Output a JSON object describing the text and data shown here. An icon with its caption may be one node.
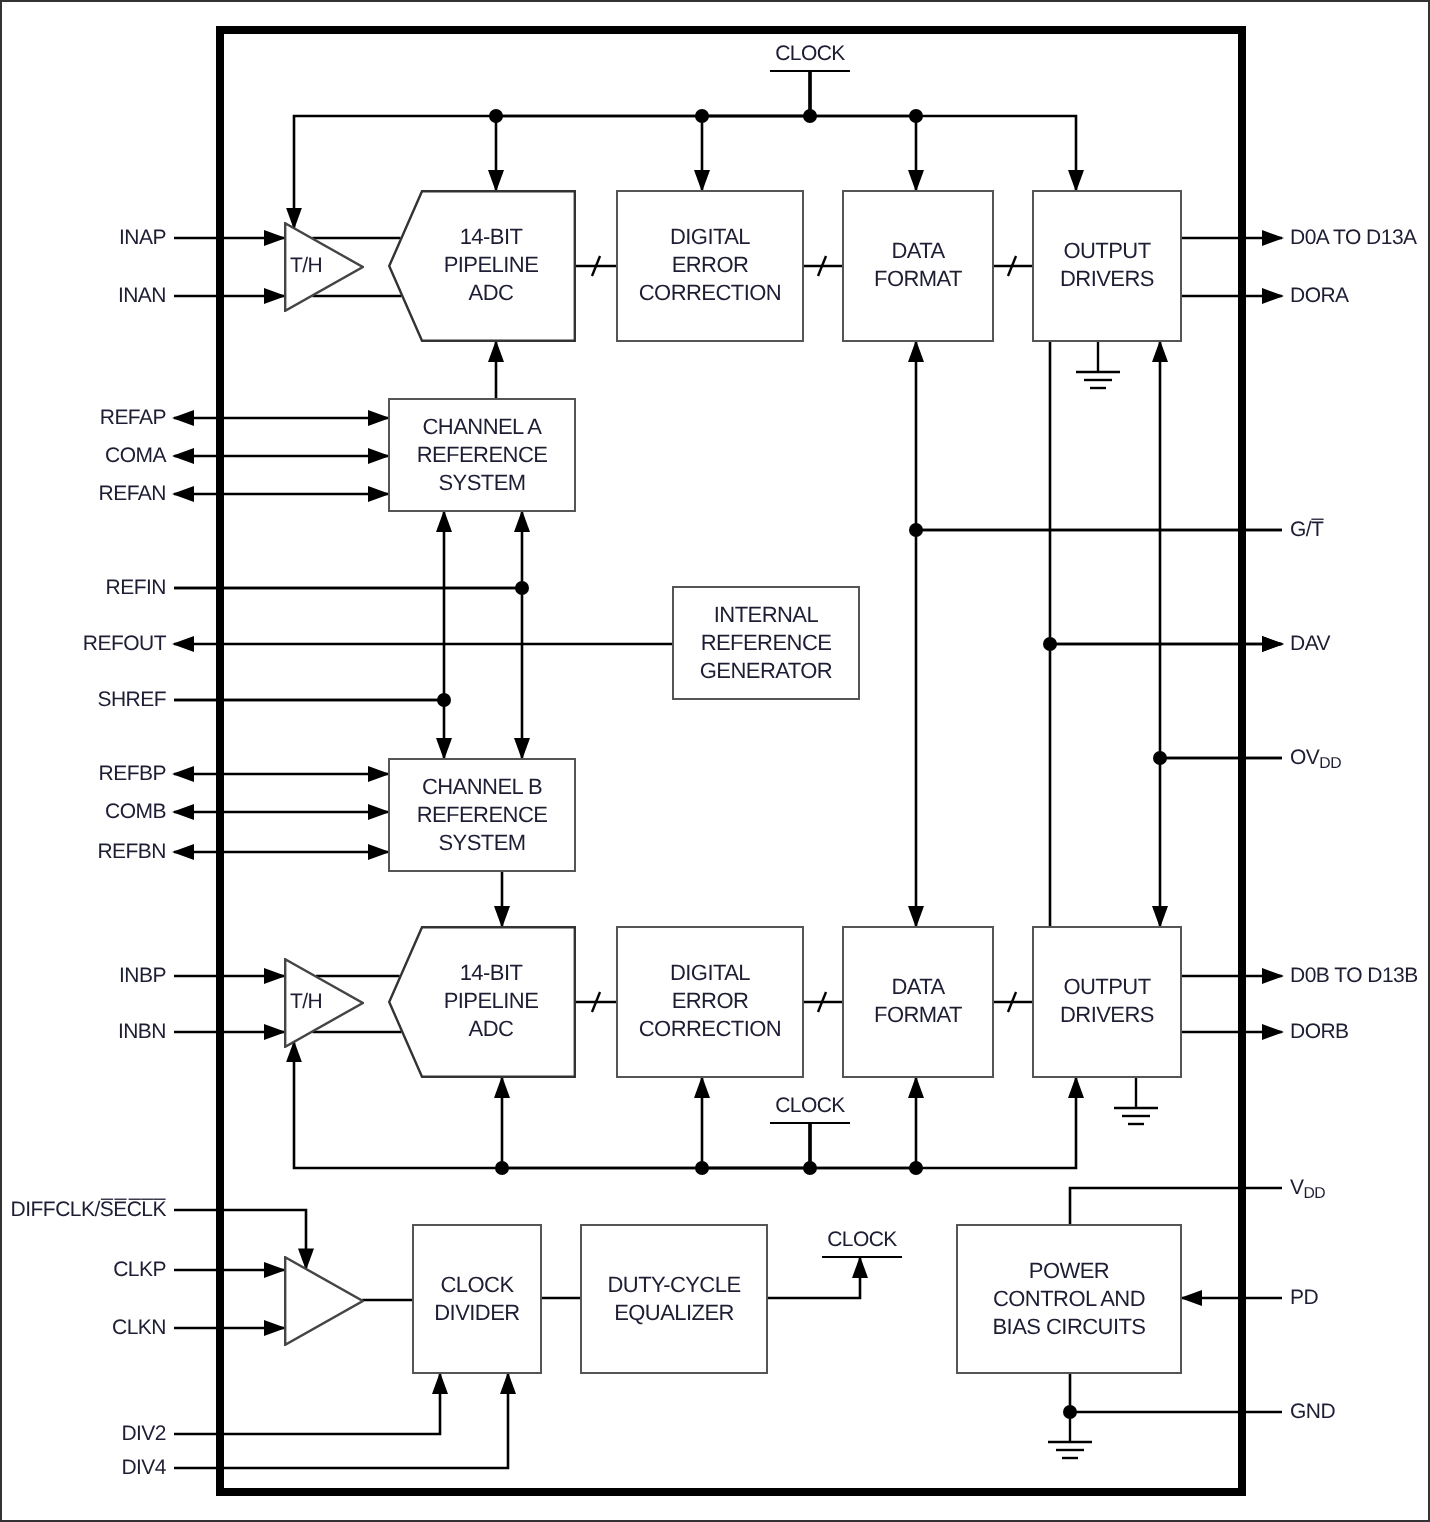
{
  "diagram": {
    "nodes": [
      {
        "text": [
          "CLOCK"
        ]
      },
      {
        "text": [
          "T/H"
        ]
      },
      {
        "text": [
          "14-BIT PIPELINE ADC"
        ]
      },
      {
        "text": [
          "DIGITAL ERROR CORRECTION"
        ]
      },
      {
        "text": [
          "DATA FORMAT"
        ]
      },
      {
        "text": [
          "OUTPUT DRIVERS"
        ]
      },
      {
        "text": [
          "INAP"
        ]
      },
      {
        "text": [
          "INAN"
        ]
      },
      {
        "text": [
          "D0A TO D13A"
        ]
      },
      {
        "text": [
          "DORA"
        ]
      },
      {
        "text": [
          "CHANNEL A REFERENCE SYSTEM"
        ]
      },
      {
        "text": [
          "REFAP"
        ]
      },
      {
        "text": [
          "COMA"
        ]
      },
      {
        "text": [
          "REFAN"
        ]
      },
      {
        "text": [
          "REFIN"
        ]
      },
      {
        "text": [
          "REFOUT"
        ]
      },
      {
        "text": [
          "SHREF"
        ]
      },
      {
        "text": [
          "INTERNAL REFERENCE GENERATOR"
        ]
      },
      {
        "text": [
          "CHANNEL B REFERENCE SYSTEM"
        ]
      },
      {
        "text": [
          "REFBP"
        ]
      },
      {
        "text": [
          "COMB"
        ]
      },
      {
        "text": [
          "REFBN"
        ]
      },
      {
        "text": [
          "T/H"
        ]
      },
      {
        "text": [
          "14-BIT PIPELINE ADC"
        ]
      },
      {
        "text": [
          "DIGITAL ERROR CORRECTION"
        ]
      },
      {
        "text": [
          "DATA FORMAT"
        ]
      },
      {
        "text": [
          "OUTPUT DRIVERS"
        ]
      },
      {
        "text": [
          "INBP"
        ]
      },
      {
        "text": [
          "INBN"
        ]
      },
      {
        "text": [
          "D0B TO D13B"
        ]
      },
      {
        "text": [
          "DORB"
        ]
      },
      {
        "text": [
          "G/T̅"
        ]
      },
      {
        "text": [
          "DAV"
        ]
      },
      {
        "text": [
          "OV$_{DD}$"
        ]
      },
      {
        "text": [
          "CLOCK"
        ]
      },
      {
        "text": [
          "DIFFCLK/S̅E̅C̅L̅K̅"
        ]
      },
      {
        "text": [
          "CLKP"
        ]
      },
      {
        "text": [
          "CLKN"
        ]
      },
      {
        "text": [],
        "shape": "triangle"
      },
      {
        "text": [
          "CLOCK DIVIDER"
        ]
      },
      {
        "text": [
          "DUTY-CYCLE EQUALIZER"
        ]
      },
      {
        "text": [
          "CLOCK"
        ]
      },
      {
        "text": [
          "POWER CONTROL AND BIAS CIRCUITS"
        ]
      },
      {
        "text": [
          "V$_{DD}$"
        ]
      },
      {
        "text": [
          "PD"
        ]
      },
      {
        "text": [
          "GND"
        ]
      },
      {
        "text": [
          "DIV2"
        ]
      },
      {
        "text": [
          "DIV4"
        ]
      }
    ],
    "edges": [
      {
        "from": 0,
        "to": 1,
        "arrow": "to"
      },
      {
        "from": 0,
        "to": 2,
        "arrow": "to"
      },
      {
        "from": 0,
        "to": 3,
        "arrow": "to"
      },
      {
        "from": 0,
        "to": 4,
        "arrow": "to"
      },
      {
        "from": 0,
        "to": 5,
        "arrow": "to"
      },
      {
        "from": 1,
        "to": 2,
        "arrow": "none"
      },
      {
        "from": 1,
        "to": 2,
        "arrow": "none"
      },
      {
        "from": 2,
        "to": 3,
        "arrow": "none"
      },
      {
        "from": 3,
        "to": 4,
        "arrow": "none"
      },
      {
        "from": 4,
        "to": 5,
        "arrow": "none"
      },
      {
        "from": 6,
        "to": 1,
        "arrow": "to"
      },
      {
        "from": 7,
        "to": 1,
        "arrow": "to"
      },
      {
        "from": 5,
        "to": 8,
        "arrow": "to"
      },
      {
        "from": 5,
        "to": 9,
        "arrow": "to"
      },
      {
        "from": 10,
        "to": 2,
        "arrow": "to"
      },
      {
        "from": 11,
        "to": 10,
        "arrow": "both"
      },
      {
        "from": 12,
        "to": 10,
        "arrow": "both"
      },
      {
        "from": 13,
        "to": 10,
        "arrow": "both"
      },
      {
        "from": 14,
        "to": 10,
        "arrow": "to"
      },
      {
        "from": 14,
        "to": 18,
        "arrow": "to"
      },
      {
        "from": 17,
        "to": 15,
        "arrow": "to"
      },
      {
        "from": 16,
        "to": 10,
        "arrow": "to"
      },
      {
        "from": 16,
        "to": 18,
        "arrow": "to"
      },
      {
        "from": 19,
        "to": 18,
        "arrow": "both"
      },
      {
        "from": 20,
        "to": 18,
        "arrow": "both"
      },
      {
        "from": 21,
        "to": 18,
        "arrow": "both"
      },
      {
        "from": 18,
        "to": 23,
        "arrow": "to"
      },
      {
        "from": 27,
        "to": 22,
        "arrow": "to"
      },
      {
        "from": 28,
        "to": 22,
        "arrow": "to"
      },
      {
        "from": 22,
        "to": 23,
        "arrow": "none"
      },
      {
        "from": 22,
        "to": 23,
        "arrow": "none"
      },
      {
        "from": 23,
        "to": 24,
        "arrow": "none"
      },
      {
        "from": 24,
        "to": 25,
        "arrow": "none"
      },
      {
        "from": 25,
        "to": 26,
        "arrow": "none"
      },
      {
        "from": 26,
        "to": 29,
        "arrow": "to"
      },
      {
        "from": 26,
        "to": 30,
        "arrow": "to"
      },
      {
        "from": 34,
        "to": 22,
        "arrow": "to"
      },
      {
        "from": 34,
        "to": 23,
        "arrow": "to"
      },
      {
        "from": 34,
        "to": 24,
        "arrow": "to"
      },
      {
        "from": 34,
        "to": 25,
        "arrow": "to"
      },
      {
        "from": 34,
        "to": 26,
        "arrow": "to"
      },
      {
        "from": 31,
        "to": 4,
        "arrow": "to"
      },
      {
        "from": 31,
        "to": 25,
        "arrow": "to"
      },
      {
        "from": 5,
        "to": 32,
        "arrow": "to"
      },
      {
        "from": 26,
        "to": 32,
        "arrow": "to"
      },
      {
        "from": 33,
        "to": 5,
        "arrow": "to"
      },
      {
        "from": 33,
        "to": 26,
        "arrow": "to"
      },
      {
        "from": 35,
        "to": 38,
        "arrow": "to"
      },
      {
        "from": 36,
        "to": 38,
        "arrow": "to"
      },
      {
        "from": 37,
        "to": 38,
        "arrow": "to"
      },
      {
        "from": 38,
        "to": 39,
        "arrow": "none"
      },
      {
        "from": 39,
        "to": 40,
        "arrow": "none"
      },
      {
        "from": 40,
        "to": 41,
        "arrow": "to"
      },
      {
        "from": 43,
        "to": 42,
        "arrow": "none"
      },
      {
        "from": 44,
        "to": 42,
        "arrow": "to"
      },
      {
        "from": 45,
        "to": 42,
        "arrow": "none"
      },
      {
        "from": 46,
        "to": 39,
        "arrow": "to"
      },
      {
        "from": 47,
        "to": 39,
        "arrow": "to"
      }
    ]
  }
}
